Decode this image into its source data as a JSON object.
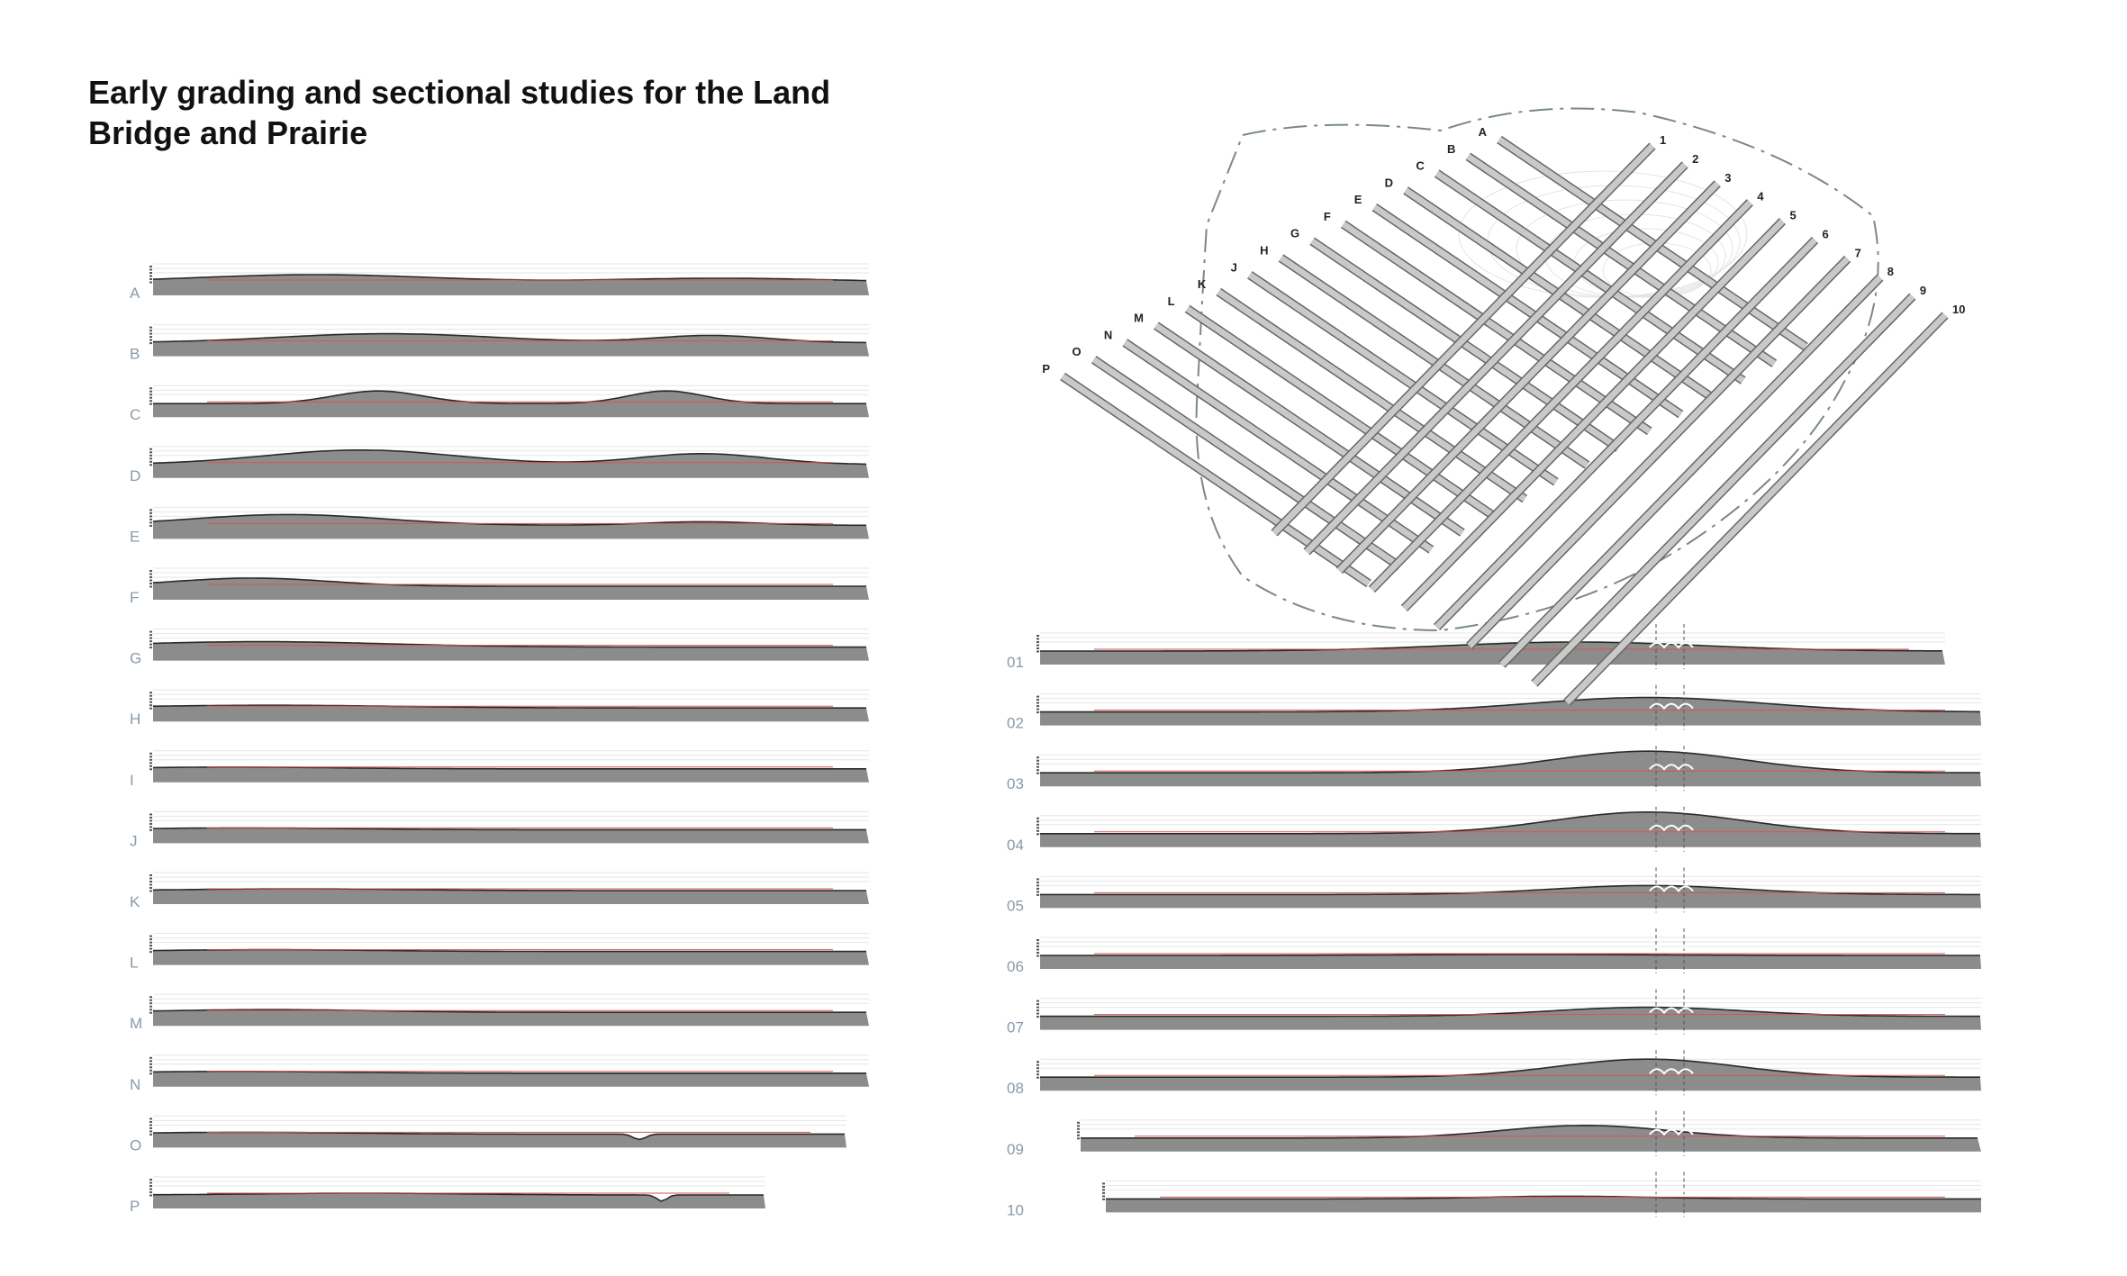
{
  "title": "Early grading and sectional studies for the Land Bridge and Prairie",
  "colors": {
    "ground_fill": "#8c8c8c",
    "ground_outline": "#2a2a2a",
    "grade_line": "#d9534f",
    "label": "#8a9aa8",
    "tube": "#c9c9c9",
    "boundary": "#7a8a80"
  },
  "longitudinal_sections": {
    "labels": [
      "A",
      "B",
      "C",
      "D",
      "E",
      "F",
      "G",
      "H",
      "I",
      "J",
      "K",
      "L",
      "M",
      "N",
      "O",
      "P"
    ]
  },
  "transverse_sections": {
    "labels": [
      "01",
      "02",
      "03",
      "04",
      "05",
      "06",
      "07",
      "08",
      "09",
      "10"
    ]
  },
  "axon": {
    "letter_labels": [
      "A",
      "B",
      "C",
      "D",
      "E",
      "F",
      "G",
      "H",
      "J",
      "K",
      "L",
      "M",
      "N",
      "O",
      "P"
    ],
    "number_labels": [
      "1",
      "2",
      "3",
      "4",
      "5",
      "6",
      "7",
      "8",
      "9",
      "10"
    ]
  }
}
